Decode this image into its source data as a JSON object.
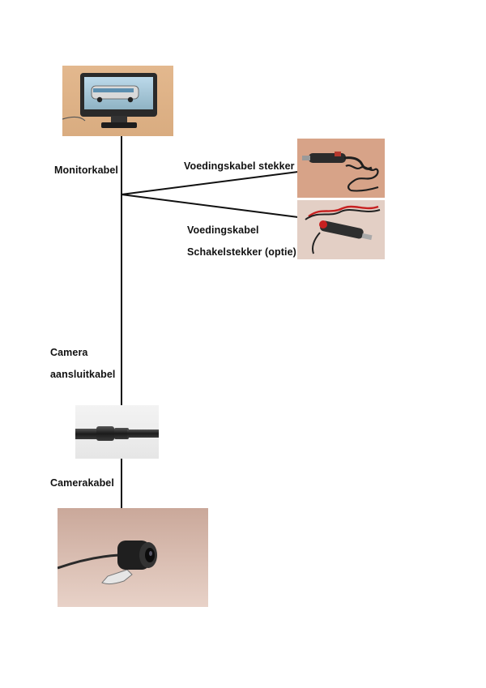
{
  "labels": {
    "monitor_cable": "Monitorkabel",
    "power_plug": "Voedingskabel stekker",
    "power_switch_line1": "Voedingskabel",
    "power_switch_line2": "Schakelstekker (optie)",
    "camera_connect_line1": "Camera",
    "camera_connect_line2": "aansluitkabel",
    "camera_cable": "Camerakabel"
  },
  "photos": {
    "monitor": "monitor-photo",
    "power_plug": "cigarette-plug-photo",
    "switch_plug": "switch-plug-photo",
    "connector": "cable-connector-photo",
    "camera": "camera-photo"
  },
  "colors": {
    "wire": "#111111",
    "background": "#ffffff"
  }
}
